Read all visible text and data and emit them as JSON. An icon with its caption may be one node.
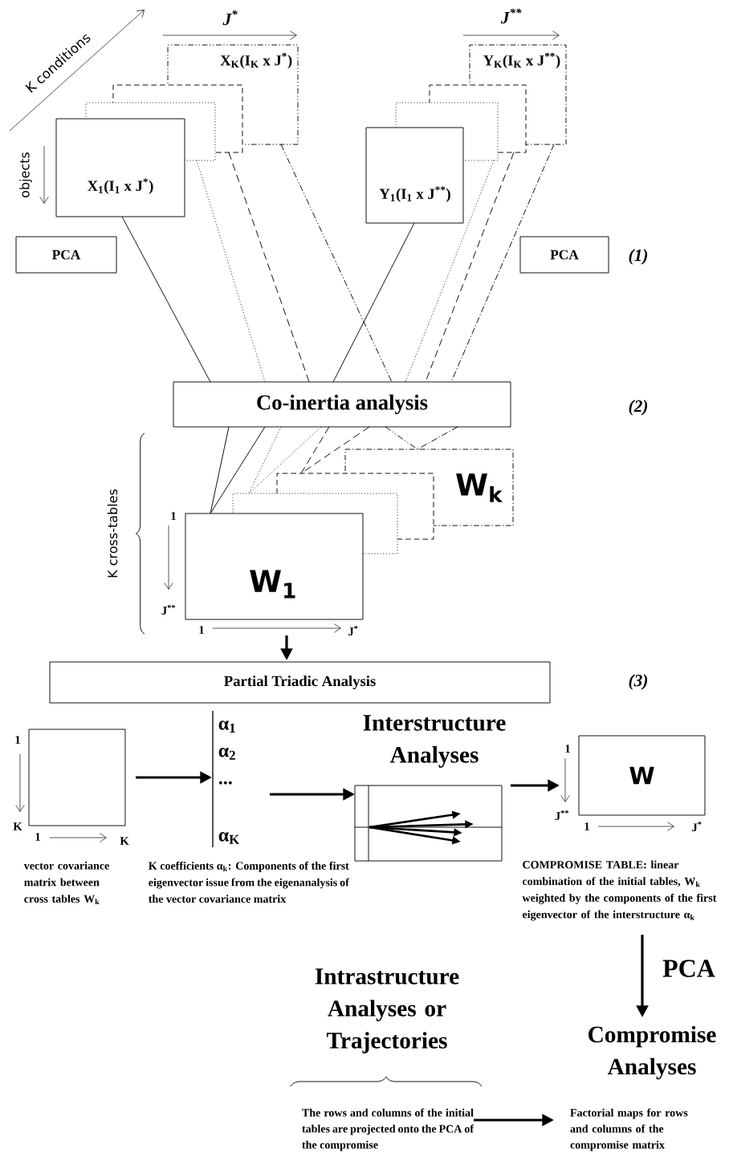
{
  "diagram": {
    "nodes": [
      {
        "text": [
          "X$_{1}$(I$_{1}$ x J$^{*}$)"
        ]
      },
      {
        "text": [],
        "shape": "box"
      },
      {
        "text": [],
        "shape": "box"
      },
      {
        "text": [
          "X$_{K}$(I$_{K}$ x J$^{*}$)"
        ]
      },
      {
        "text": [
          "Y$_{1}$(I$_{1}$ x J$^{**}$)"
        ]
      },
      {
        "text": [],
        "shape": "box"
      },
      {
        "text": [],
        "shape": "box"
      },
      {
        "text": [
          "Y$_{K}$(I$_{K}$ x J$^{**}$)"
        ]
      },
      {
        "text": [
          "PCA"
        ]
      },
      {
        "text": [
          "PCA"
        ]
      },
      {
        "text": [
          "Co-inertia analysis"
        ]
      },
      {
        "text": [
          "W$_{1}$"
        ]
      },
      {
        "text": [],
        "shape": "box"
      },
      {
        "text": [],
        "shape": "box"
      },
      {
        "text": [
          "W$_{k}$"
        ]
      },
      {
        "text": [
          "Partial Triadic Analysis"
        ]
      },
      {
        "text": [],
        "shape": "box",
        "beside": [
          "vector covariance matrix between cross tables W$_{k}$"
        ]
      },
      {
        "text": [
          "α$_{1}$",
          "α$_{2}$",
          "...",
          "α$_{K}$"
        ]
      },
      {
        "text": [
          "Interstructure Analyses"
        ]
      },
      {
        "text": [
          "W"
        ]
      },
      {
        "text": [
          "COMPROMISE TABLE: linear combination of the initial tables, W$_{k}$ weighted by the components of the first eigenvector of the interstructure α$_{k}$"
        ]
      },
      {
        "text": [
          "Compromise Analyses"
        ]
      },
      {
        "text": [
          "Intrastructure Analyses or Trajectories",
          "The rows and columns of the initial tables are projected onto the PCA of the compromise"
        ]
      },
      {
        "text": [
          "Factorial maps for rows and columns of the compromise matrix"
        ]
      }
    ],
    "edges": [
      {
        "from": 0,
        "to": 10,
        "arrow": "none"
      },
      {
        "from": 4,
        "to": 10,
        "arrow": "none"
      },
      {
        "from": 1,
        "to": 10,
        "arrow": "none",
        "style": "dashed"
      },
      {
        "from": 5,
        "to": 10,
        "arrow": "none",
        "style": "dashed"
      },
      {
        "from": 2,
        "to": 10,
        "arrow": "none",
        "style": "dashed"
      },
      {
        "from": 6,
        "to": 10,
        "arrow": "none",
        "style": "dashed"
      },
      {
        "from": 3,
        "to": 10,
        "arrow": "none",
        "style": "dashed"
      },
      {
        "from": 7,
        "to": 10,
        "arrow": "none",
        "style": "dashed"
      },
      {
        "from": 10,
        "to": 11,
        "arrow": "none"
      },
      {
        "from": 10,
        "to": 11,
        "arrow": "none"
      },
      {
        "from": 10,
        "to": 12,
        "arrow": "none",
        "style": "dashed"
      },
      {
        "from": 10,
        "to": 12,
        "arrow": "none",
        "style": "dashed"
      },
      {
        "from": 10,
        "to": 13,
        "arrow": "none",
        "style": "dashed"
      },
      {
        "from": 10,
        "to": 13,
        "arrow": "none",
        "style": "dashed"
      },
      {
        "from": 10,
        "to": 14,
        "arrow": "none",
        "style": "dashed"
      },
      {
        "from": 10,
        "to": 14,
        "arrow": "none",
        "style": "dashed"
      },
      {
        "from": 11,
        "to": 15,
        "arrow": "to",
        "style": "thick"
      },
      {
        "from": 16,
        "to": 17,
        "arrow": "to",
        "style": "thick"
      },
      {
        "from": 17,
        "to": 18,
        "arrow": "to",
        "style": "thick"
      },
      {
        "from": 18,
        "to": 19,
        "arrow": "to",
        "style": "thick"
      },
      {
        "from": 20,
        "to": 21,
        "arrow": "to",
        "style": "thick",
        "label": "PCA"
      },
      {
        "from": 22,
        "to": 23,
        "arrow": "to",
        "style": "thick"
      }
    ],
    "labels": [
      "K conditions",
      "J$^{*}$",
      "J$^{**}$",
      "objects",
      "(1)",
      "(2)",
      "K cross-tables",
      "1",
      "J$^{**}$",
      "1",
      "J$^{*}$",
      "(3)",
      "1",
      "K",
      "1",
      "K",
      "1",
      "J$^{**}$",
      "1",
      "J$^{*}$",
      "K coefficients α$_{k}$: Components of the first eigenvector issue from the eigenanalysis of the vector covariance matrix"
    ]
  }
}
